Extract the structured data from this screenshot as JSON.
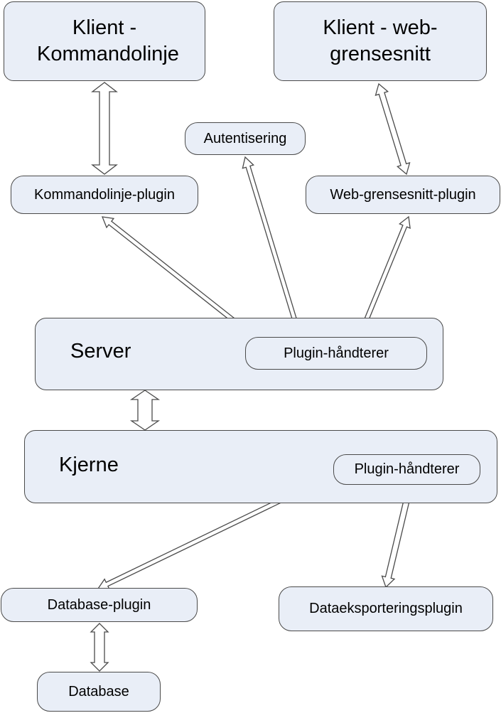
{
  "nodes": {
    "client_cli": "Klient - Kommandolinje",
    "client_web": "Klient - web-grensesnitt",
    "auth": "Autentisering",
    "cli_plugin": "Kommandolinje-plugin",
    "web_plugin": "Web-grensesnitt-plugin",
    "server": "Server",
    "server_plugin_handler": "Plugin-håndterer",
    "core": "Kjerne",
    "core_plugin_handler": "Plugin-håndterer",
    "db_plugin": "Database-plugin",
    "export_plugin": "Dataeksporteringsplugin",
    "database": "Database"
  },
  "colors": {
    "box_fill": "#e9eef7",
    "box_border": "#4a4a4a",
    "arrow_fill": "#ffffff",
    "arrow_stroke": "#4a4a4a"
  }
}
